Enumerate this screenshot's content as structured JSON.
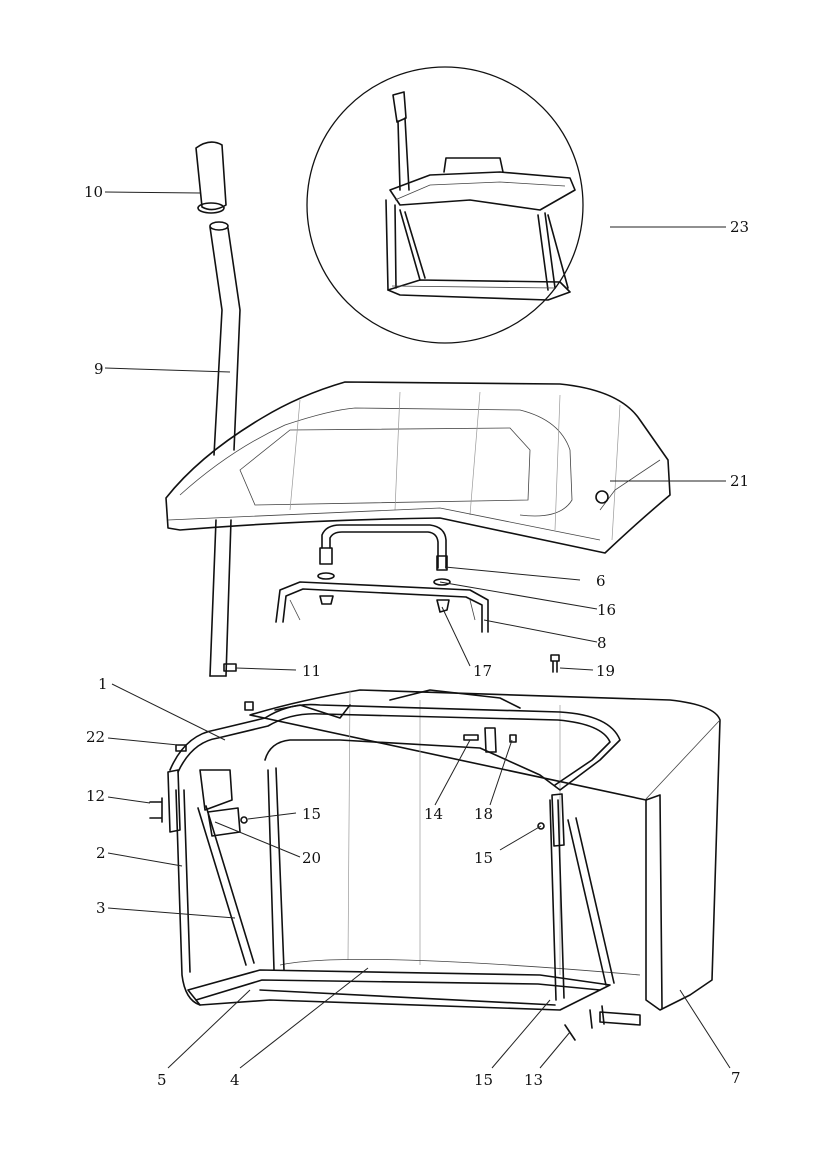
{
  "callouts": {
    "c1": "1",
    "c2": "2",
    "c3": "3",
    "c4": "4",
    "c5": "5",
    "c6": "6",
    "c7": "7",
    "c8": "8",
    "c9": "9",
    "c10": "10",
    "c11": "11",
    "c12": "12",
    "c13": "13",
    "c14": "14",
    "c15a": "15",
    "c15b": "15",
    "c15c": "15",
    "c16": "16",
    "c17": "17",
    "c18": "18",
    "c19": "19",
    "c20": "20",
    "c21": "21",
    "c22": "22",
    "c23": "23"
  }
}
